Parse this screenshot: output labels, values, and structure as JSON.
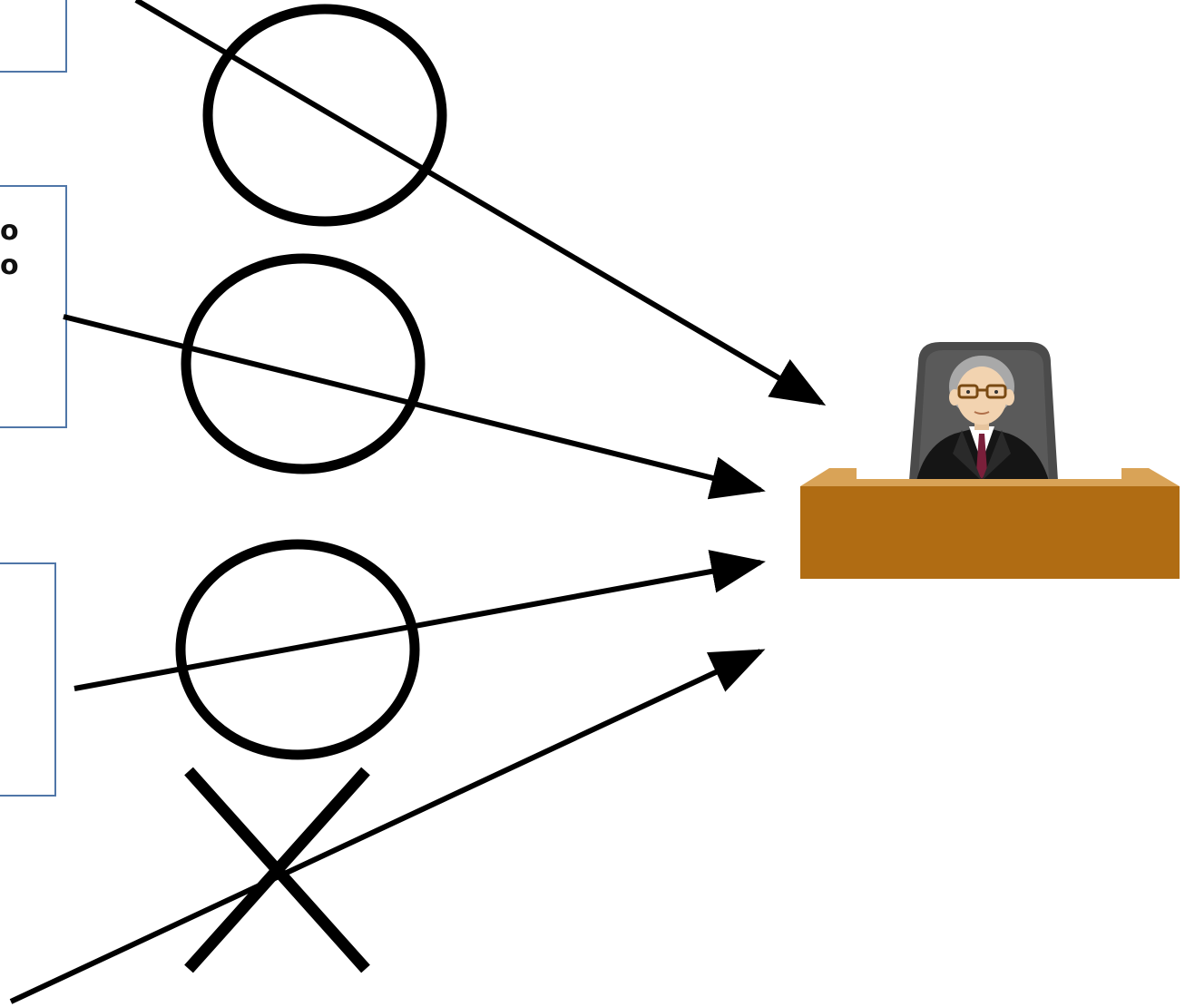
{
  "boxes": [
    {
      "text_lines": []
    },
    {
      "text_lines": [
        "o",
        "o"
      ]
    },
    {
      "text_lines": []
    }
  ],
  "marks": [
    "circle",
    "circle",
    "circle",
    "cross"
  ],
  "colors": {
    "stroke": "#000000",
    "box_border": "#4f76a8",
    "desk_front": "#b06c13",
    "desk_top": "#d9a357",
    "chair": "#4b4b4b",
    "robe": "#151515",
    "tie": "#7a1f3a",
    "face": "#f2d3b0",
    "hair": "#a9a9a9"
  },
  "icons": {
    "judge": "judge-at-bench-icon"
  }
}
